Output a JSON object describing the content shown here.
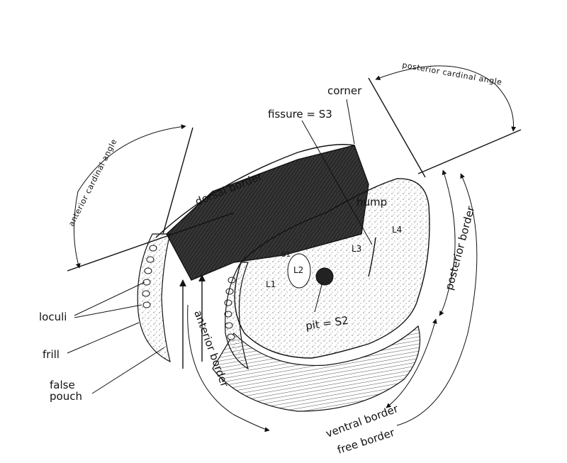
{
  "labels": {
    "corner": "corner",
    "fissure": "fissure = S3",
    "hump": "hump",
    "dorsal_border": "dorsal border",
    "anterior_cardinal_angle": "anterior cardinal angle",
    "posterior_cardinal_angle": "posterior cardinal angle",
    "posterior_border": "posterior border",
    "anterior_border": "anterior border",
    "ventral_border": "ventral border",
    "free_border": "free border",
    "loculi": "loculi",
    "frill": "frill",
    "false_pouch_1": "false",
    "false_pouch_2": "pouch",
    "pit": "pit = S2",
    "s1": "S1",
    "l1": "L1",
    "l2": "L2",
    "l3": "L3",
    "l4": "L4"
  }
}
